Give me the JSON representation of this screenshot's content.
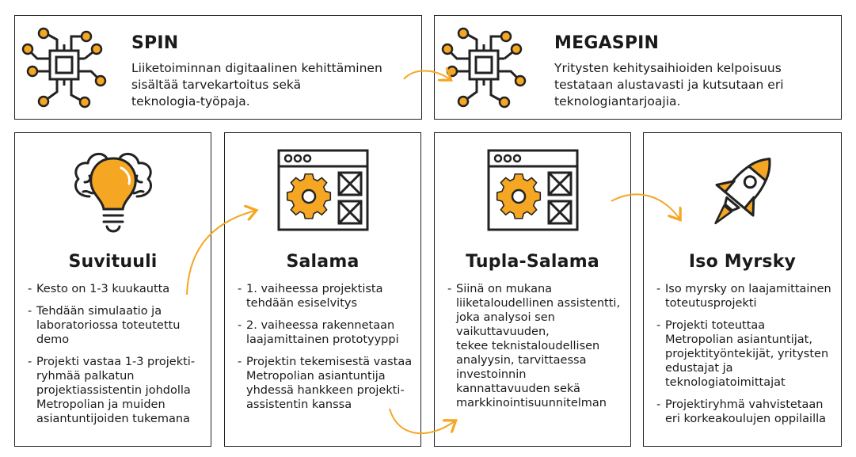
{
  "colors": {
    "accent": "#F5A623",
    "line": "#222222",
    "arrow": "#F5A623"
  },
  "top": [
    {
      "id": "spin",
      "title": "SPIN",
      "lines": [
        "Liiketoiminnan digitaalinen kehittäminen",
        "sisältää tarvekartoitus sekä",
        "teknologia-työpaja."
      ],
      "icon": "circuit-chip-icon"
    },
    {
      "id": "megaspin",
      "title": "MEGASPIN",
      "lines": [
        "Yritysten kehitysaihioiden kelpoisuus",
        "testataan alustavasti ja kutsutaan eri",
        "teknologiantarjoajia."
      ],
      "icon": "circuit-chip-icon"
    }
  ],
  "cards": [
    {
      "id": "suvituuli",
      "title": "Suvituuli",
      "icon": "lightbulb-brain-icon",
      "bullets": [
        [
          "Kesto on 1-3 kuukautta"
        ],
        [
          "Tehdään simulaatio ja",
          "laboratoriossa toteutettu",
          "demo"
        ],
        [
          "Projekti vastaa 1-3 projekti-",
          "ryhmää palkatun",
          "projektiassistentin johdolla",
          "Metropolian ja muiden",
          "asiantuntijoiden tukemana"
        ]
      ]
    },
    {
      "id": "salama",
      "title": "Salama",
      "icon": "browser-gear-icon",
      "bullets": [
        [
          "1. vaiheessa projektista",
          "tehdään esiselvitys"
        ],
        [
          "2. vaiheessa rakennetaan",
          "laajamittainen prototyyppi"
        ],
        [
          "Projektin tekemisestä vastaa",
          "Metropolian asiantuntija",
          "yhdessä hankkeen projekti-",
          "assistentin kanssa"
        ]
      ]
    },
    {
      "id": "tupla-salama",
      "title": "Tupla-Salama",
      "icon": "browser-gear-icon",
      "bullets": [
        [
          "Siinä on mukana",
          "liiketaloudellinen assistentti,",
          "joka analysoi sen",
          "vaikuttavuuden,",
          "tekee teknistaloudellisen",
          "analyysin, tarvittaessa",
          "investoinnin",
          "kannattavuuden sekä",
          "markkinointisuunnitelman"
        ]
      ]
    },
    {
      "id": "iso-myrsky",
      "title": "Iso Myrsky",
      "icon": "rocket-icon",
      "bullets": [
        [
          "Iso myrsky on laajamittainen",
          "toteutusprojekti"
        ],
        [
          "Projekti toteuttaa",
          "Metropolian asiantuntijat,",
          "projektityöntekijät, yritysten",
          "edustajat ja",
          "teknologiatoimittajat"
        ],
        [
          "Projektiryhmä vahvistetaan",
          "eri korkeakoulujen oppilailla"
        ]
      ]
    }
  ]
}
